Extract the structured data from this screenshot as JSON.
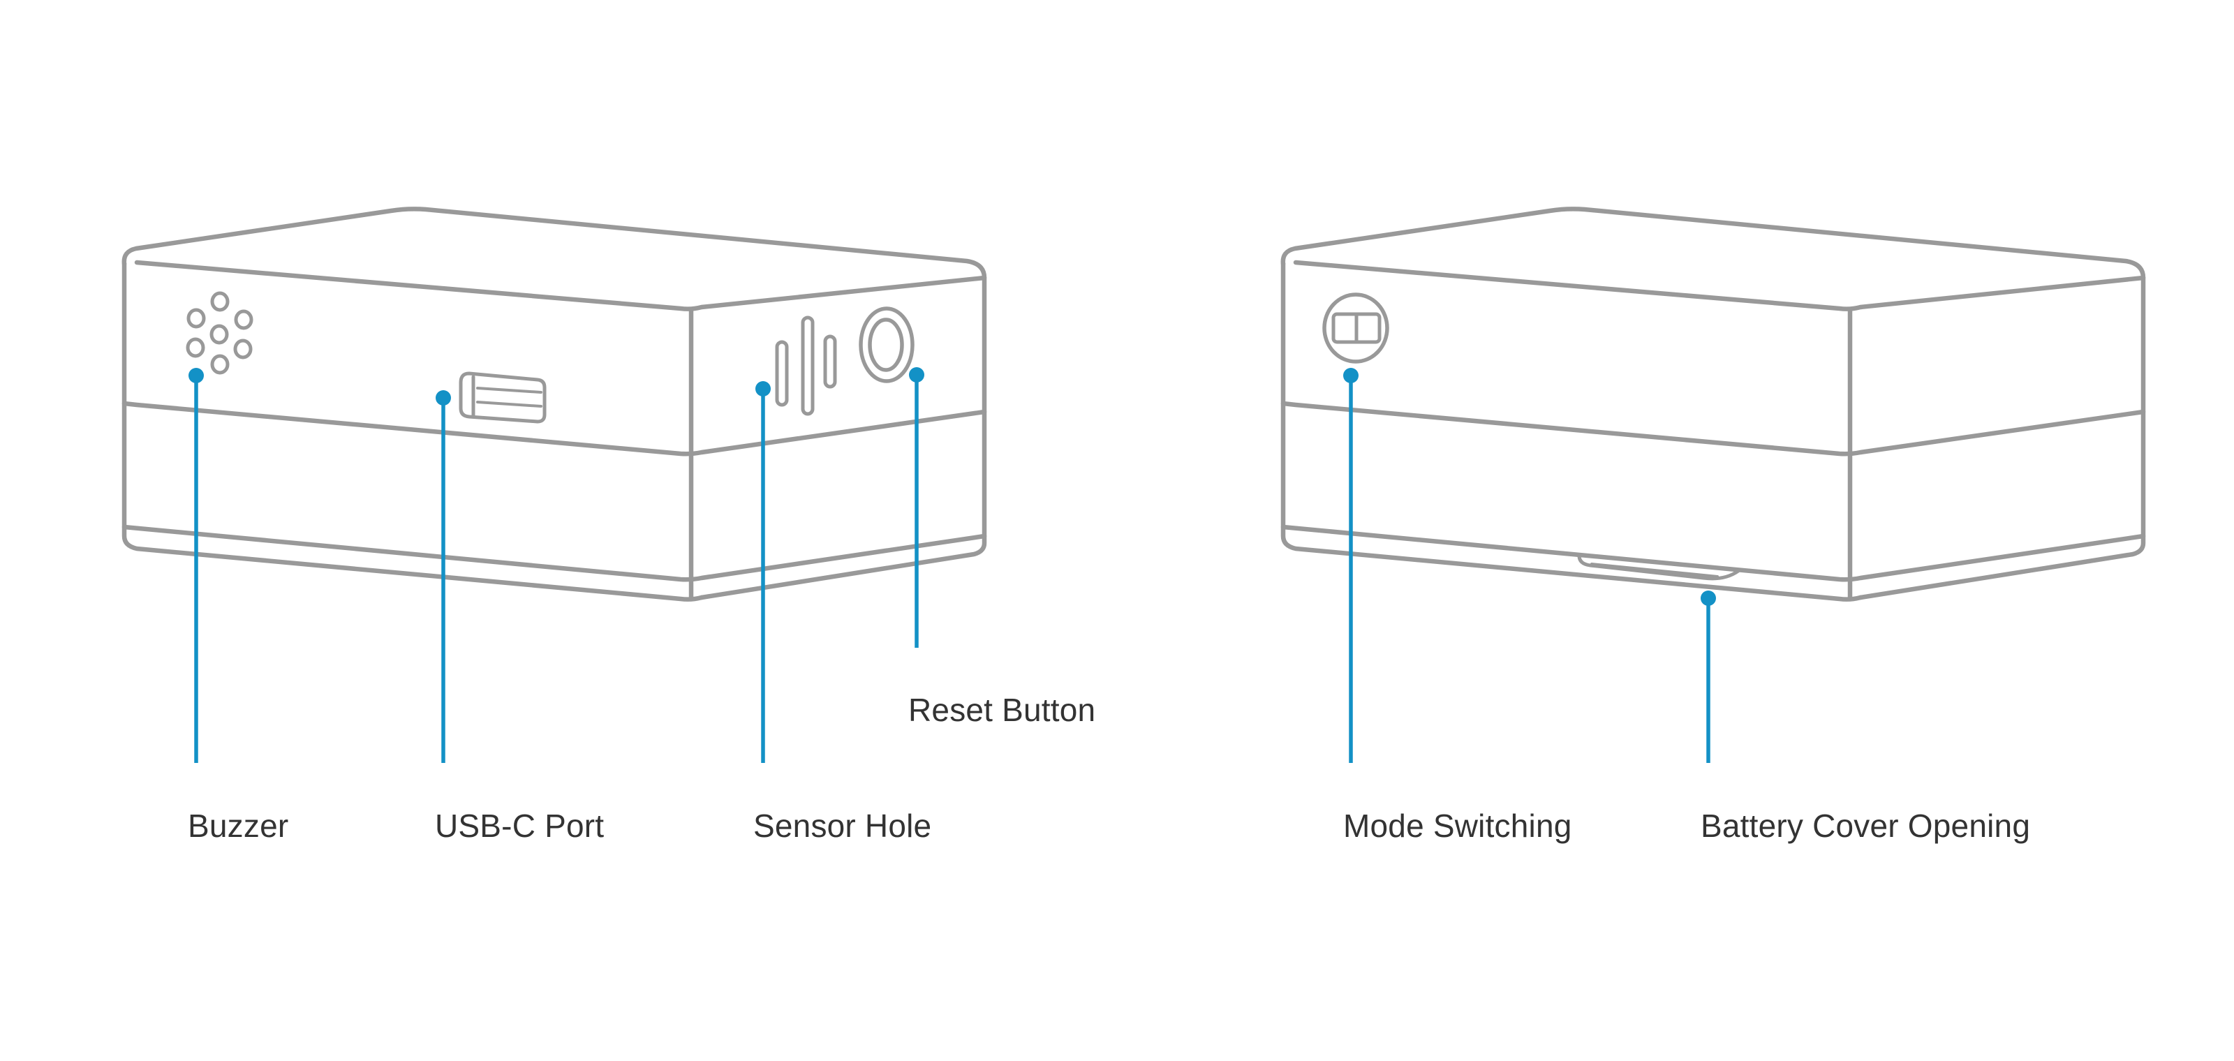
{
  "colors": {
    "outline": "#999999",
    "leader": "#1391c6",
    "label_text": "#333333",
    "background": "#ffffff"
  },
  "devices": [
    {
      "view": "front",
      "callouts": [
        {
          "id": "buzzer",
          "label": "Buzzer"
        },
        {
          "id": "usb-c-port",
          "label": "USB-C Port"
        },
        {
          "id": "sensor-hole",
          "label": "Sensor Hole"
        },
        {
          "id": "reset-button",
          "label": "Reset Button"
        }
      ]
    },
    {
      "view": "back",
      "callouts": [
        {
          "id": "mode-switching",
          "label": "Mode Switching"
        },
        {
          "id": "battery-cover-opening",
          "label": "Battery Cover Opening"
        }
      ]
    }
  ]
}
